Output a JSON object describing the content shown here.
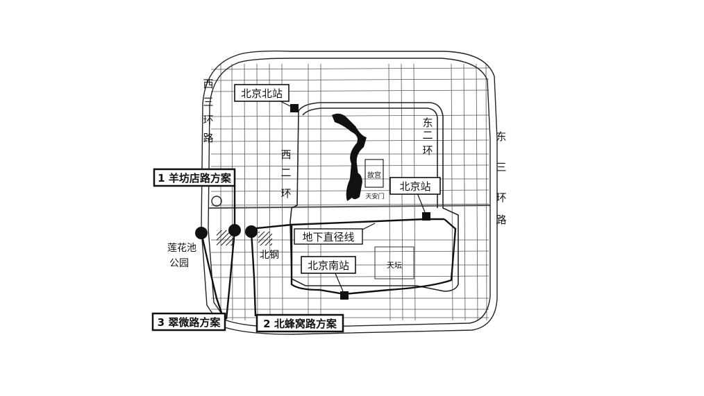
{
  "stations": {
    "north": "北京北站",
    "central": "北京站",
    "south": "北京南站"
  },
  "tunnel_label": "地下直径线",
  "schemes": {
    "s1": "1 羊坊店路方案",
    "s2": "2 北蜂窝路方案",
    "s3": "3 翠微路方案"
  },
  "places": {
    "palace": "故宫",
    "tiananmen": "天安门",
    "temple_of_heaven": "天坛",
    "beigang": "北钢",
    "park_line1": "莲花池",
    "park_line2": "公园"
  },
  "roads": {
    "west_third_ring": [
      "西",
      "三",
      "环",
      "路"
    ],
    "east_third_ring": [
      "东",
      "三",
      "环",
      "路"
    ],
    "west_second_ring": [
      "西",
      "二",
      "环"
    ],
    "east_second_ring": [
      "东",
      "二",
      "环"
    ]
  },
  "colors": {
    "ink": "#111111",
    "paper": "#ffffff"
  }
}
